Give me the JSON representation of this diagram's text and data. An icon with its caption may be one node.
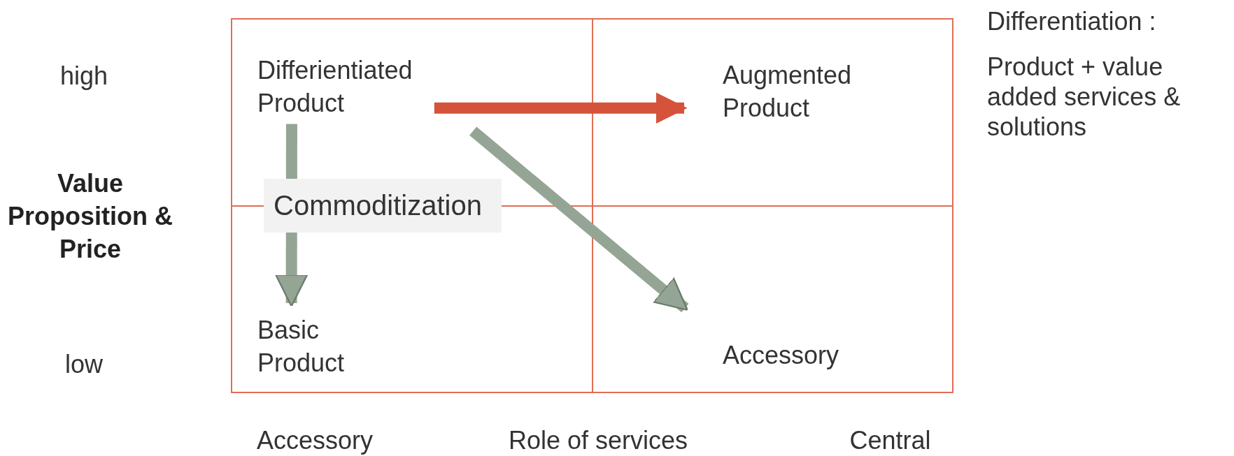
{
  "diagram": {
    "nodes": [
      {
        "text": [
          "Differientiated Product"
        ]
      },
      {
        "text": [
          "Augmented Product"
        ]
      },
      {
        "text": [
          "Basic Product"
        ]
      },
      {
        "text": [
          "Accessory"
        ]
      }
    ],
    "edges": [
      {
        "from": 0,
        "to": 1,
        "arrow": "to",
        "color": "#d4533a"
      },
      {
        "from": 0,
        "to": 2,
        "arrow": "to",
        "label": "Commoditization"
      },
      {
        "from": 0,
        "to": 3,
        "arrow": "to"
      }
    ],
    "labels": [
      "high",
      "Value Proposition & Price",
      "low",
      "Accessory",
      "Role of services",
      "Central",
      "Differentiation :",
      "Product + value added services & solutions"
    ]
  }
}
